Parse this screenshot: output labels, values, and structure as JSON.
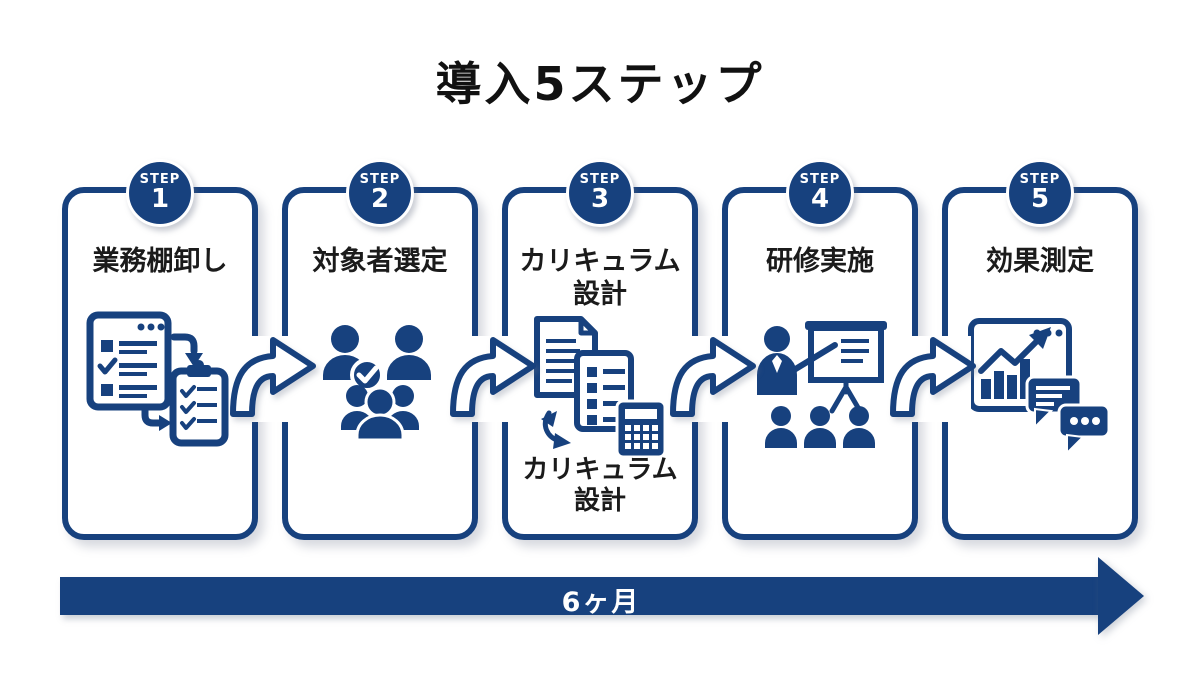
{
  "title": "導入5ステップ",
  "colors": {
    "accent_navy": "#17417e",
    "text": "#1b1b1b",
    "background": "#ffffff"
  },
  "steps": [
    {
      "badge_label": "STEP",
      "number": "1",
      "title": "業務棚卸し",
      "icon": "checklist-transfer-icon"
    },
    {
      "badge_label": "STEP",
      "number": "2",
      "title": "対象者選定",
      "icon": "people-selection-icon"
    },
    {
      "badge_label": "STEP",
      "number": "3",
      "title": "カリキュラム\n設計",
      "footer": "カリキュラム\n設計",
      "icon": "documents-calculator-icon"
    },
    {
      "badge_label": "STEP",
      "number": "4",
      "title": "研修実施",
      "icon": "training-presentation-icon"
    },
    {
      "badge_label": "STEP",
      "number": "5",
      "title": "効果測定",
      "icon": "analytics-feedback-icon"
    }
  ],
  "connector": {
    "icon": "curved-right-arrow-icon",
    "count": 4
  },
  "timeline": {
    "label": "6ヶ月",
    "icon": "right-arrow-bar"
  }
}
